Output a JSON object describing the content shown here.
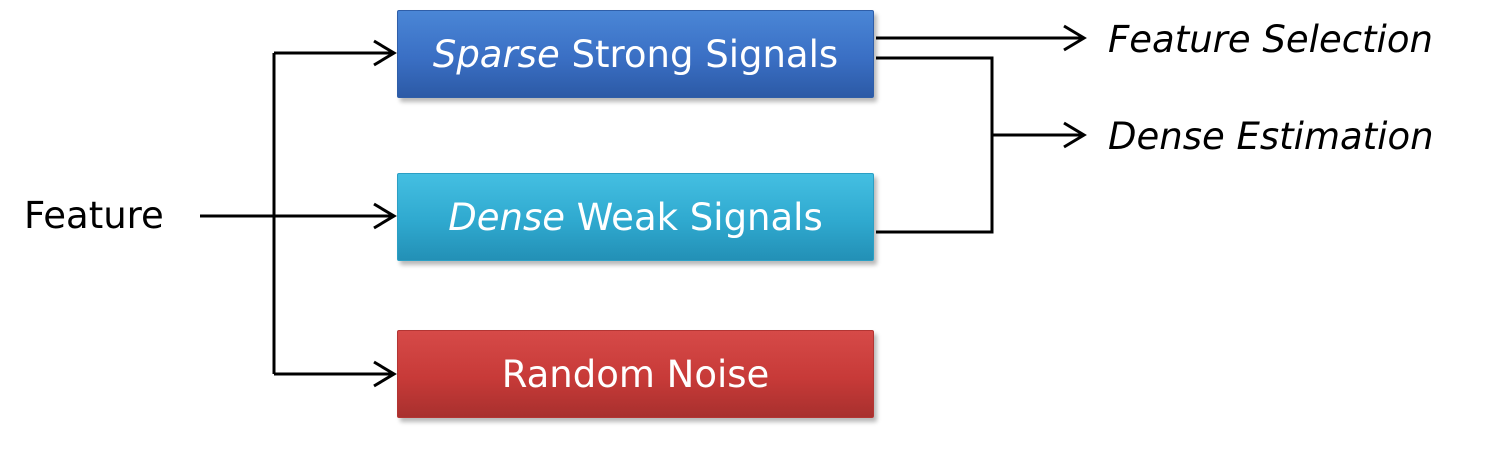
{
  "input": {
    "label": "Feature"
  },
  "boxes": {
    "strong": {
      "em": "Sparse",
      "rest": "Strong Signals",
      "color": "#3a6fc4"
    },
    "weak": {
      "em": "Dense",
      "rest": "Weak Signals",
      "color": "#2fa9cf"
    },
    "noise": {
      "label": "Random Noise",
      "color": "#c73a38"
    }
  },
  "outputs": {
    "selection": "Feature Selection",
    "estimation": "Dense Estimation"
  }
}
